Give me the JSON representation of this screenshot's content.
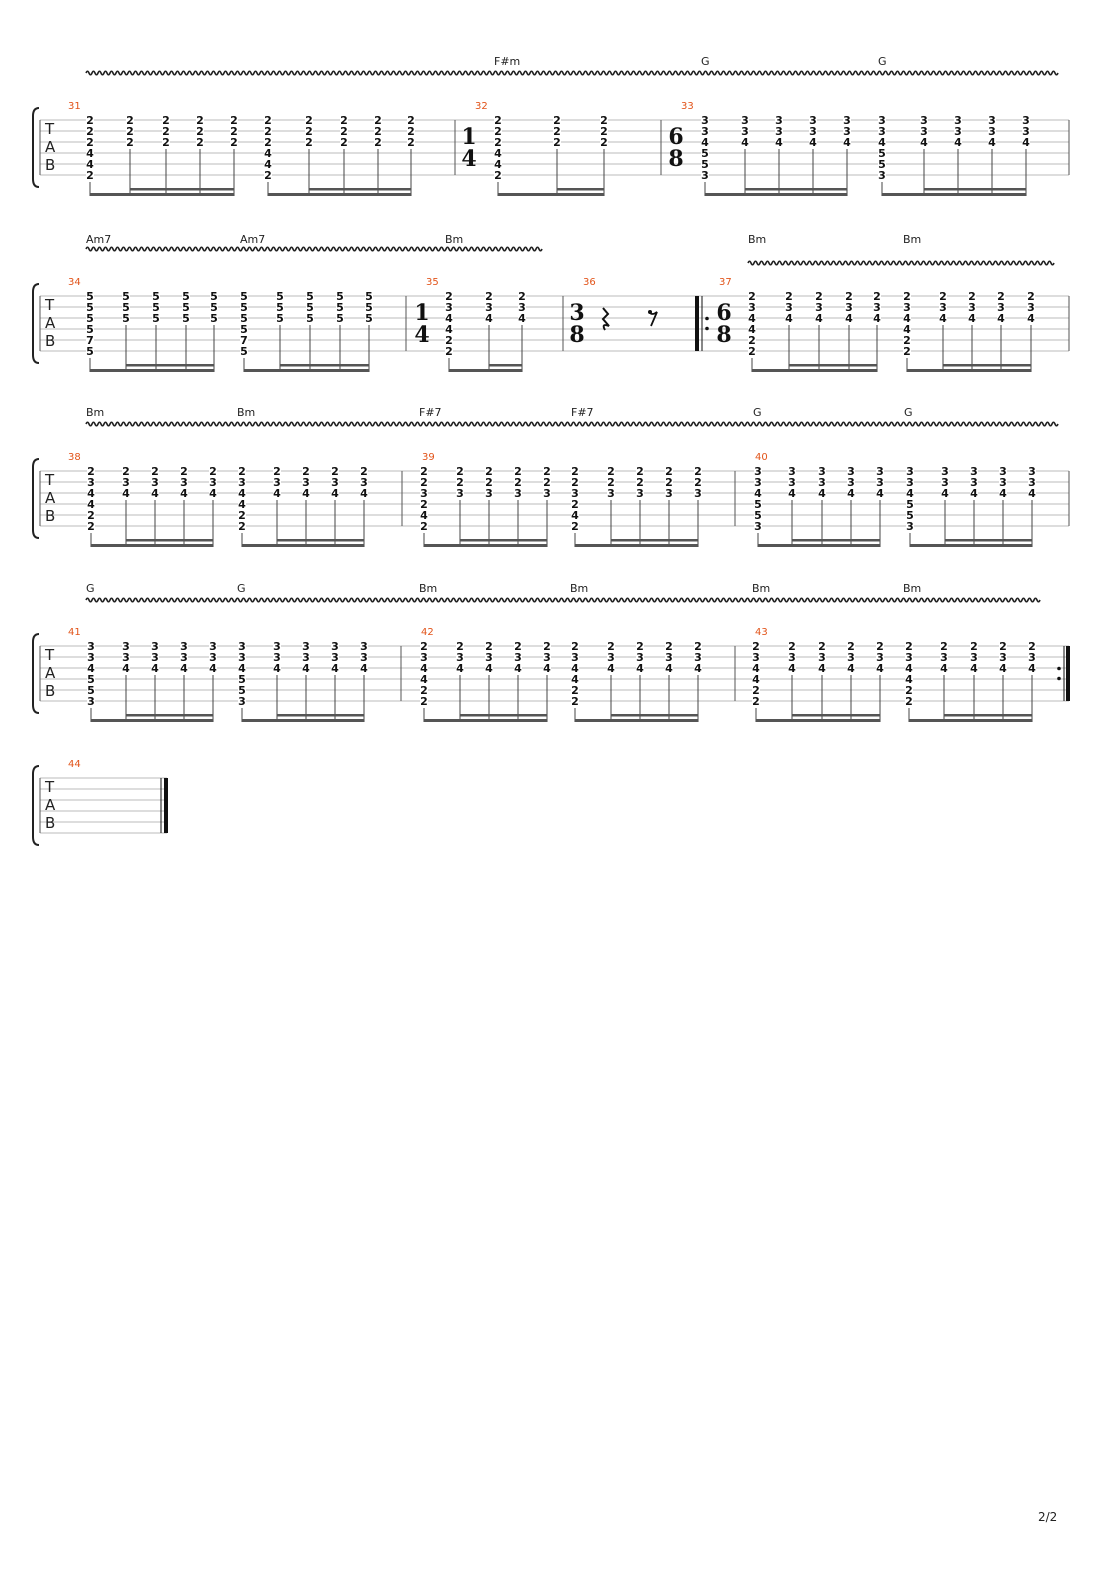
{
  "page_number": "2/2",
  "tab_label": [
    "T",
    "A",
    "B"
  ],
  "systems": [
    {
      "vibrato": true,
      "chords": [
        "F#m",
        "G",
        "G"
      ],
      "measures": [
        {
          "number": "31",
          "beats": [
            [
              "2",
              "2",
              "2",
              "4",
              "4",
              "2"
            ],
            [
              "2",
              "2",
              "2"
            ],
            [
              "2",
              "2",
              "2"
            ],
            [
              "2",
              "2",
              "2"
            ],
            [
              "2",
              "2",
              "2"
            ],
            [
              "2",
              "2",
              "2",
              "4",
              "4",
              "2"
            ],
            [
              "2",
              "2",
              "2"
            ],
            [
              "2",
              "2",
              "2"
            ],
            [
              "2",
              "2",
              "2"
            ],
            [
              "2",
              "2",
              "2"
            ]
          ]
        },
        {
          "number": "32",
          "time_sig": [
            "1",
            "4"
          ],
          "beats": [
            [
              "2",
              "2",
              "2",
              "4",
              "4",
              "2"
            ],
            [
              "2",
              "2",
              "2"
            ],
            [
              "2",
              "2",
              "2"
            ]
          ]
        },
        {
          "number": "33",
          "time_sig": [
            "6",
            "8"
          ],
          "beats": [
            [
              "3",
              "3",
              "4",
              "5",
              "5",
              "3"
            ],
            [
              "3",
              "3",
              "4"
            ],
            [
              "3",
              "3",
              "4"
            ],
            [
              "3",
              "3",
              "4"
            ],
            [
              "3",
              "3",
              "4"
            ],
            [
              "3",
              "3",
              "4",
              "5",
              "5",
              "3"
            ],
            [
              "3",
              "3",
              "4"
            ],
            [
              "3",
              "3",
              "4"
            ],
            [
              "3",
              "3",
              "4"
            ],
            [
              "3",
              "3",
              "4"
            ]
          ]
        }
      ]
    },
    {
      "vibrato": true,
      "chords": [
        "Am7",
        "Am7",
        "Bm",
        "Bm",
        "Bm"
      ],
      "measures": [
        {
          "number": "34",
          "beats": [
            [
              "5",
              "5",
              "5",
              "5",
              "7",
              "5"
            ],
            [
              "5",
              "5",
              "5"
            ],
            [
              "5",
              "5",
              "5"
            ],
            [
              "5",
              "5",
              "5"
            ],
            [
              "5",
              "5",
              "5"
            ],
            [
              "5",
              "5",
              "5",
              "5",
              "7",
              "5"
            ],
            [
              "5",
              "5",
              "5"
            ],
            [
              "5",
              "5",
              "5"
            ],
            [
              "5",
              "5",
              "5"
            ],
            [
              "5",
              "5",
              "5"
            ]
          ]
        },
        {
          "number": "35",
          "time_sig": [
            "1",
            "4"
          ],
          "beats": [
            [
              "2",
              "3",
              "4",
              "4",
              "2",
              "2"
            ],
            [
              "2",
              "3",
              "4"
            ],
            [
              "2",
              "3",
              "4"
            ]
          ]
        },
        {
          "number": "36",
          "time_sig": [
            "3",
            "8"
          ],
          "rests": [
            "quarter",
            "eighth"
          ]
        },
        {
          "number": "37",
          "time_sig": [
            "6",
            "8"
          ],
          "repeat_start": true,
          "beats": [
            [
              "2",
              "3",
              "4",
              "4",
              "2",
              "2"
            ],
            [
              "2",
              "3",
              "4"
            ],
            [
              "2",
              "3",
              "4"
            ],
            [
              "2",
              "3",
              "4"
            ],
            [
              "2",
              "3",
              "4"
            ],
            [
              "2",
              "3",
              "4",
              "4",
              "2",
              "2"
            ],
            [
              "2",
              "3",
              "4"
            ],
            [
              "2",
              "3",
              "4"
            ],
            [
              "2",
              "3",
              "4"
            ],
            [
              "2",
              "3",
              "4"
            ]
          ]
        }
      ]
    },
    {
      "vibrato": true,
      "chords": [
        "Bm",
        "Bm",
        "F#7",
        "F#7",
        "G",
        "G"
      ],
      "measures": [
        {
          "number": "38",
          "beats": [
            [
              "2",
              "3",
              "4",
              "4",
              "2",
              "2"
            ],
            [
              "2",
              "3",
              "4"
            ],
            [
              "2",
              "3",
              "4"
            ],
            [
              "2",
              "3",
              "4"
            ],
            [
              "2",
              "3",
              "4"
            ],
            [
              "2",
              "3",
              "4",
              "4",
              "2",
              "2"
            ],
            [
              "2",
              "3",
              "4"
            ],
            [
              "2",
              "3",
              "4"
            ],
            [
              "2",
              "3",
              "4"
            ],
            [
              "2",
              "3",
              "4"
            ]
          ]
        },
        {
          "number": "39",
          "beats": [
            [
              "2",
              "2",
              "3",
              "2",
              "4",
              "2"
            ],
            [
              "2",
              "2",
              "3"
            ],
            [
              "2",
              "2",
              "3"
            ],
            [
              "2",
              "2",
              "3"
            ],
            [
              "2",
              "2",
              "3"
            ],
            [
              "2",
              "2",
              "3",
              "2",
              "4",
              "2"
            ],
            [
              "2",
              "2",
              "3"
            ],
            [
              "2",
              "2",
              "3"
            ],
            [
              "2",
              "2",
              "3"
            ],
            [
              "2",
              "2",
              "3"
            ]
          ]
        },
        {
          "number": "40",
          "beats": [
            [
              "3",
              "3",
              "4",
              "5",
              "5",
              "3"
            ],
            [
              "3",
              "3",
              "4"
            ],
            [
              "3",
              "3",
              "4"
            ],
            [
              "3",
              "3",
              "4"
            ],
            [
              "3",
              "3",
              "4"
            ],
            [
              "3",
              "3",
              "4",
              "5",
              "5",
              "3"
            ],
            [
              "3",
              "3",
              "4"
            ],
            [
              "3",
              "3",
              "4"
            ],
            [
              "3",
              "3",
              "4"
            ],
            [
              "3",
              "3",
              "4"
            ]
          ]
        }
      ]
    },
    {
      "vibrato": true,
      "chords": [
        "G",
        "G",
        "Bm",
        "Bm",
        "Bm",
        "Bm"
      ],
      "measures": [
        {
          "number": "41",
          "beats": [
            [
              "3",
              "3",
              "4",
              "5",
              "5",
              "3"
            ],
            [
              "3",
              "3",
              "4"
            ],
            [
              "3",
              "3",
              "4"
            ],
            [
              "3",
              "3",
              "4"
            ],
            [
              "3",
              "3",
              "4"
            ],
            [
              "3",
              "3",
              "4",
              "5",
              "5",
              "3"
            ],
            [
              "3",
              "3",
              "4"
            ],
            [
              "3",
              "3",
              "4"
            ],
            [
              "3",
              "3",
              "4"
            ],
            [
              "3",
              "3",
              "4"
            ]
          ]
        },
        {
          "number": "42",
          "beats": [
            [
              "2",
              "3",
              "4",
              "4",
              "2",
              "2"
            ],
            [
              "2",
              "3",
              "4"
            ],
            [
              "2",
              "3",
              "4"
            ],
            [
              "2",
              "3",
              "4"
            ],
            [
              "2",
              "3",
              "4"
            ],
            [
              "2",
              "3",
              "4",
              "4",
              "2",
              "2"
            ],
            [
              "2",
              "3",
              "4"
            ],
            [
              "2",
              "3",
              "4"
            ],
            [
              "2",
              "3",
              "4"
            ],
            [
              "2",
              "3",
              "4"
            ]
          ]
        },
        {
          "number": "43",
          "repeat_end": true,
          "beats": [
            [
              "2",
              "3",
              "4",
              "4",
              "2",
              "2"
            ],
            [
              "2",
              "3",
              "4"
            ],
            [
              "2",
              "3",
              "4"
            ],
            [
              "2",
              "3",
              "4"
            ],
            [
              "2",
              "3",
              "4"
            ],
            [
              "2",
              "3",
              "4",
              "4",
              "2",
              "2"
            ],
            [
              "2",
              "3",
              "4"
            ],
            [
              "2",
              "3",
              "4"
            ],
            [
              "2",
              "3",
              "4"
            ],
            [
              "2",
              "3",
              "4"
            ]
          ]
        }
      ]
    },
    {
      "vibrato": false,
      "chords": [],
      "measures": [
        {
          "number": "44",
          "final": true,
          "beats": []
        }
      ]
    }
  ]
}
